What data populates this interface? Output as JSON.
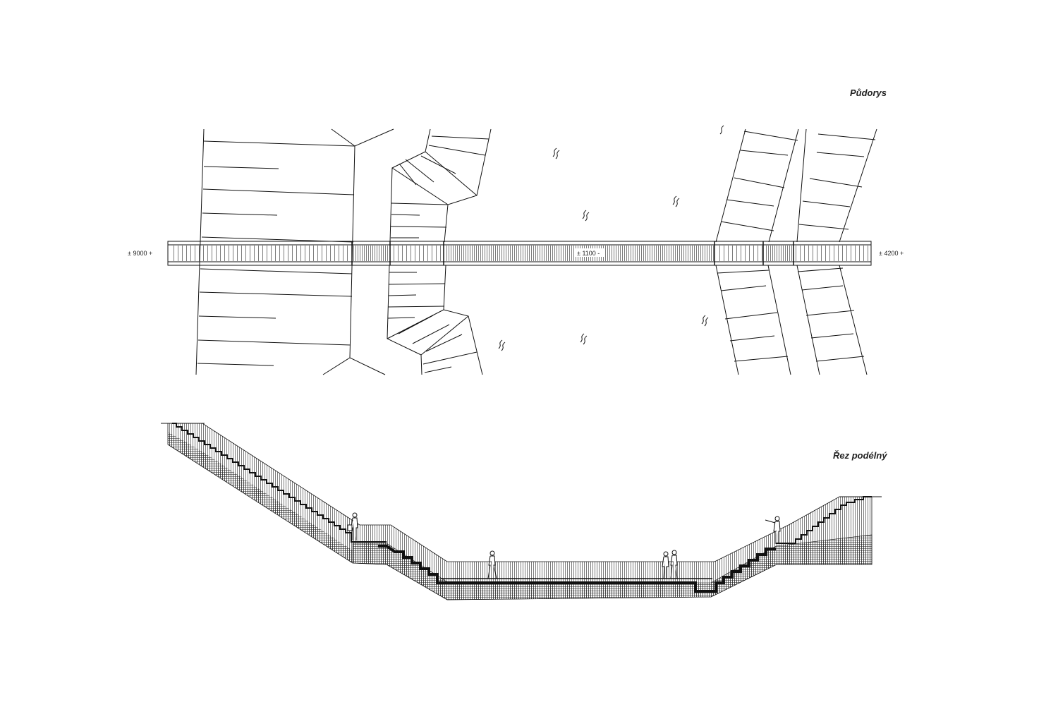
{
  "plan": {
    "title": "Půdorys",
    "level_left": "± 9000 +",
    "level_mid": "± 1100 -",
    "level_right": "± 4200 +"
  },
  "section": {
    "title": "Řez podélný"
  }
}
